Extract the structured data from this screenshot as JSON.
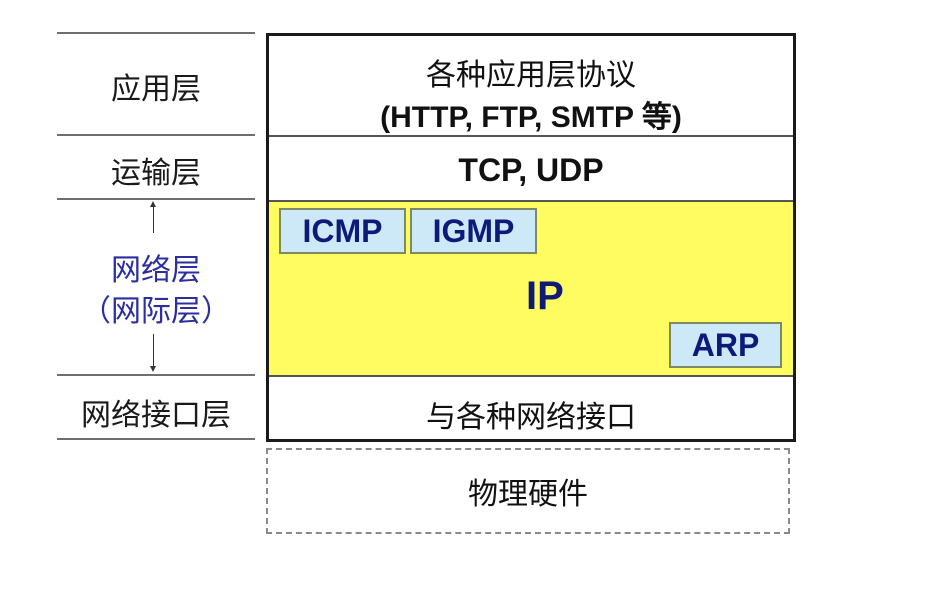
{
  "left_column": {
    "labels": [
      {
        "text": "应用层"
      },
      {
        "text": "运输层"
      },
      {
        "text_line1": "网络层",
        "text_line2": "（网际层）"
      },
      {
        "text": "网络接口层"
      }
    ]
  },
  "stack": {
    "application": {
      "line1": "各种应用层协议",
      "line2": "(HTTP, FTP, SMTP 等)"
    },
    "transport": {
      "text": "TCP, UDP"
    },
    "network": {
      "main": "IP",
      "sub_protocols": [
        "ICMP",
        "IGMP",
        "ARP"
      ],
      "fill_color": "#fffc62",
      "box_color": "#cde8f7",
      "text_color": "#0f1a78"
    },
    "link": {
      "text": "与各种网络接口"
    }
  },
  "hardware": {
    "text": "物理硬件"
  },
  "colors": {
    "network_label": "#2b2fa0"
  }
}
